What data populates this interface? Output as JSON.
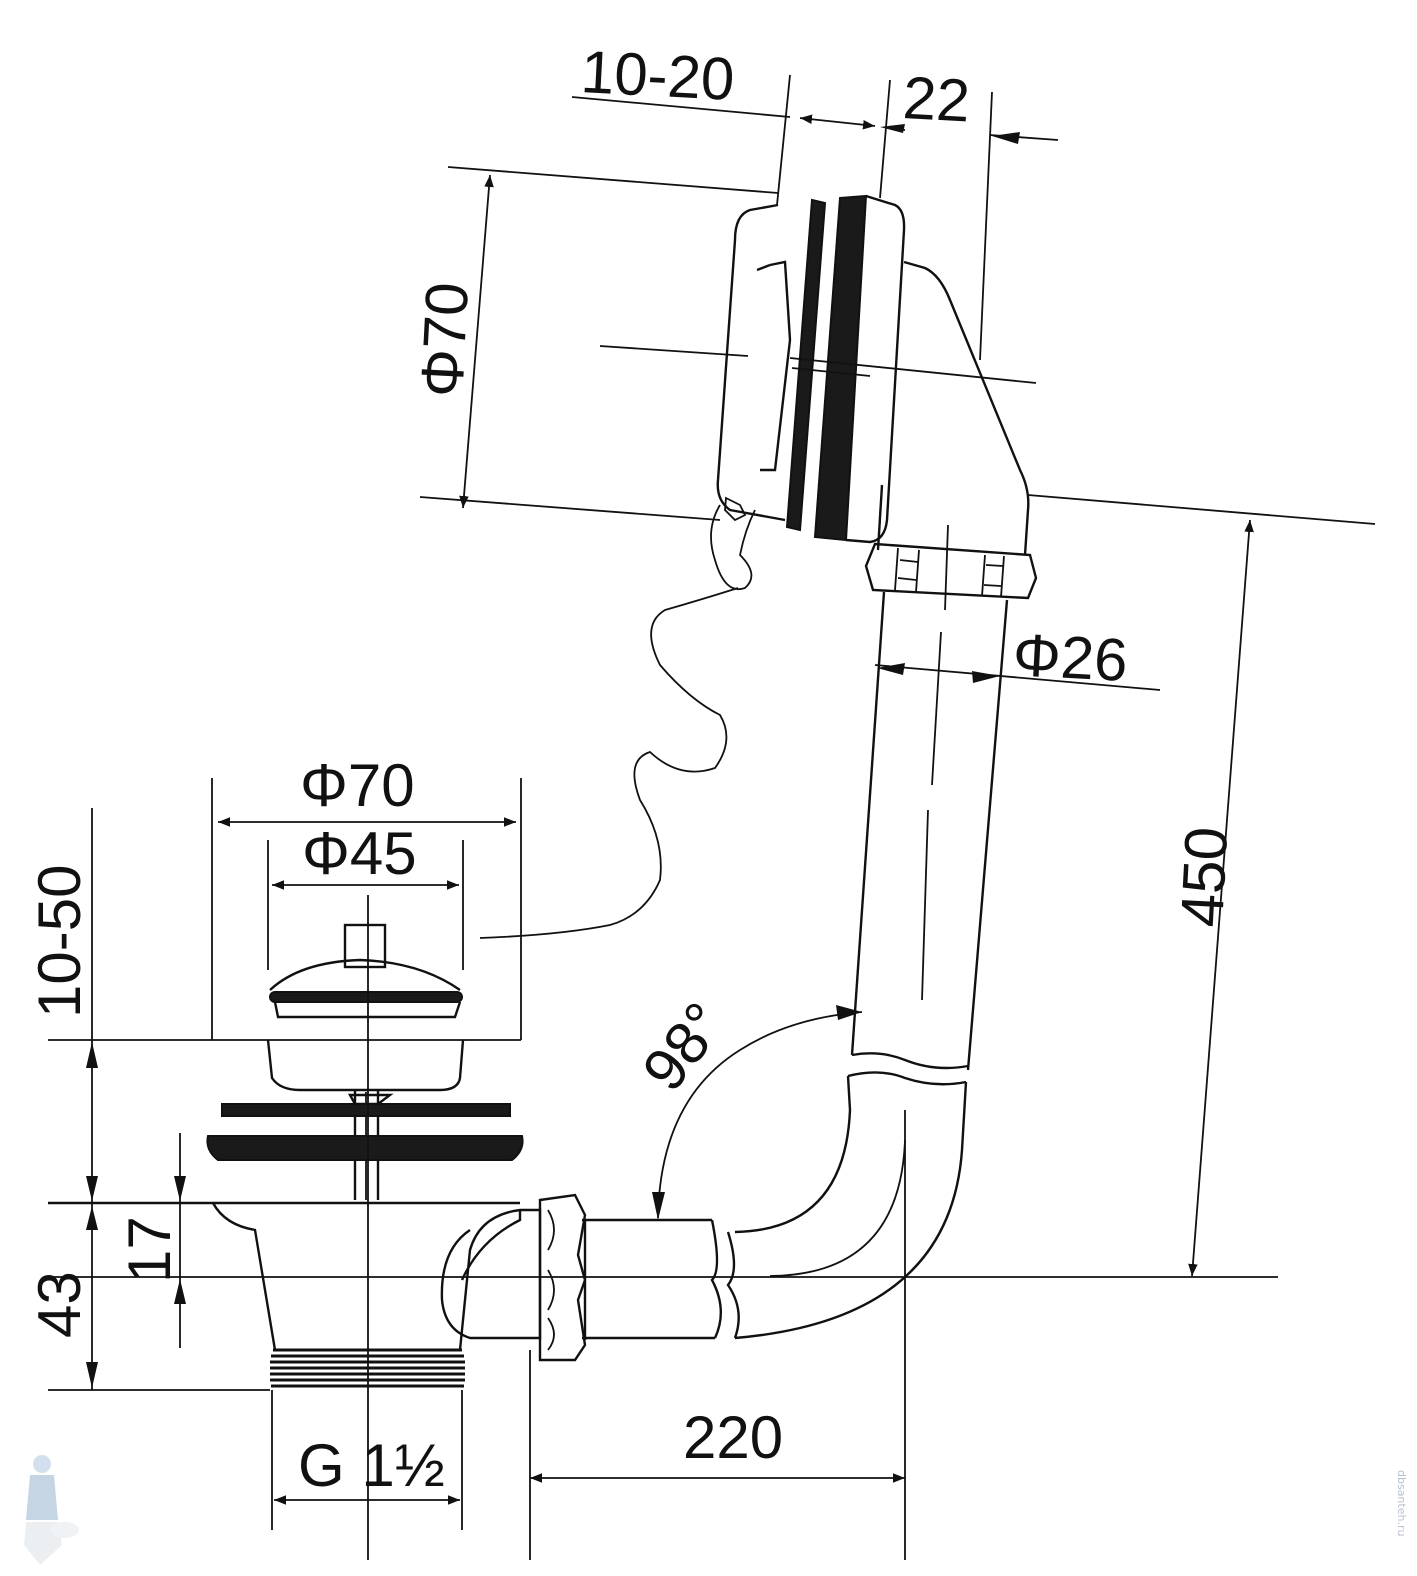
{
  "dimensions": {
    "overflow_depth": "10-20",
    "overflow_offset": "22",
    "overflow_diameter": "Φ70",
    "pipe_diameter": "Φ26",
    "height": "450",
    "angle": "98°",
    "horizontal_length": "220",
    "thread": "G 1½",
    "outlet_diameter": "Φ70",
    "plug_diameter": "Φ45",
    "tub_thickness": "10-50",
    "outlet_height": "43",
    "branch_height": "17"
  },
  "watermark": "dbsanteh.ru",
  "colors": {
    "line": "#111111",
    "background": "#ffffff"
  }
}
